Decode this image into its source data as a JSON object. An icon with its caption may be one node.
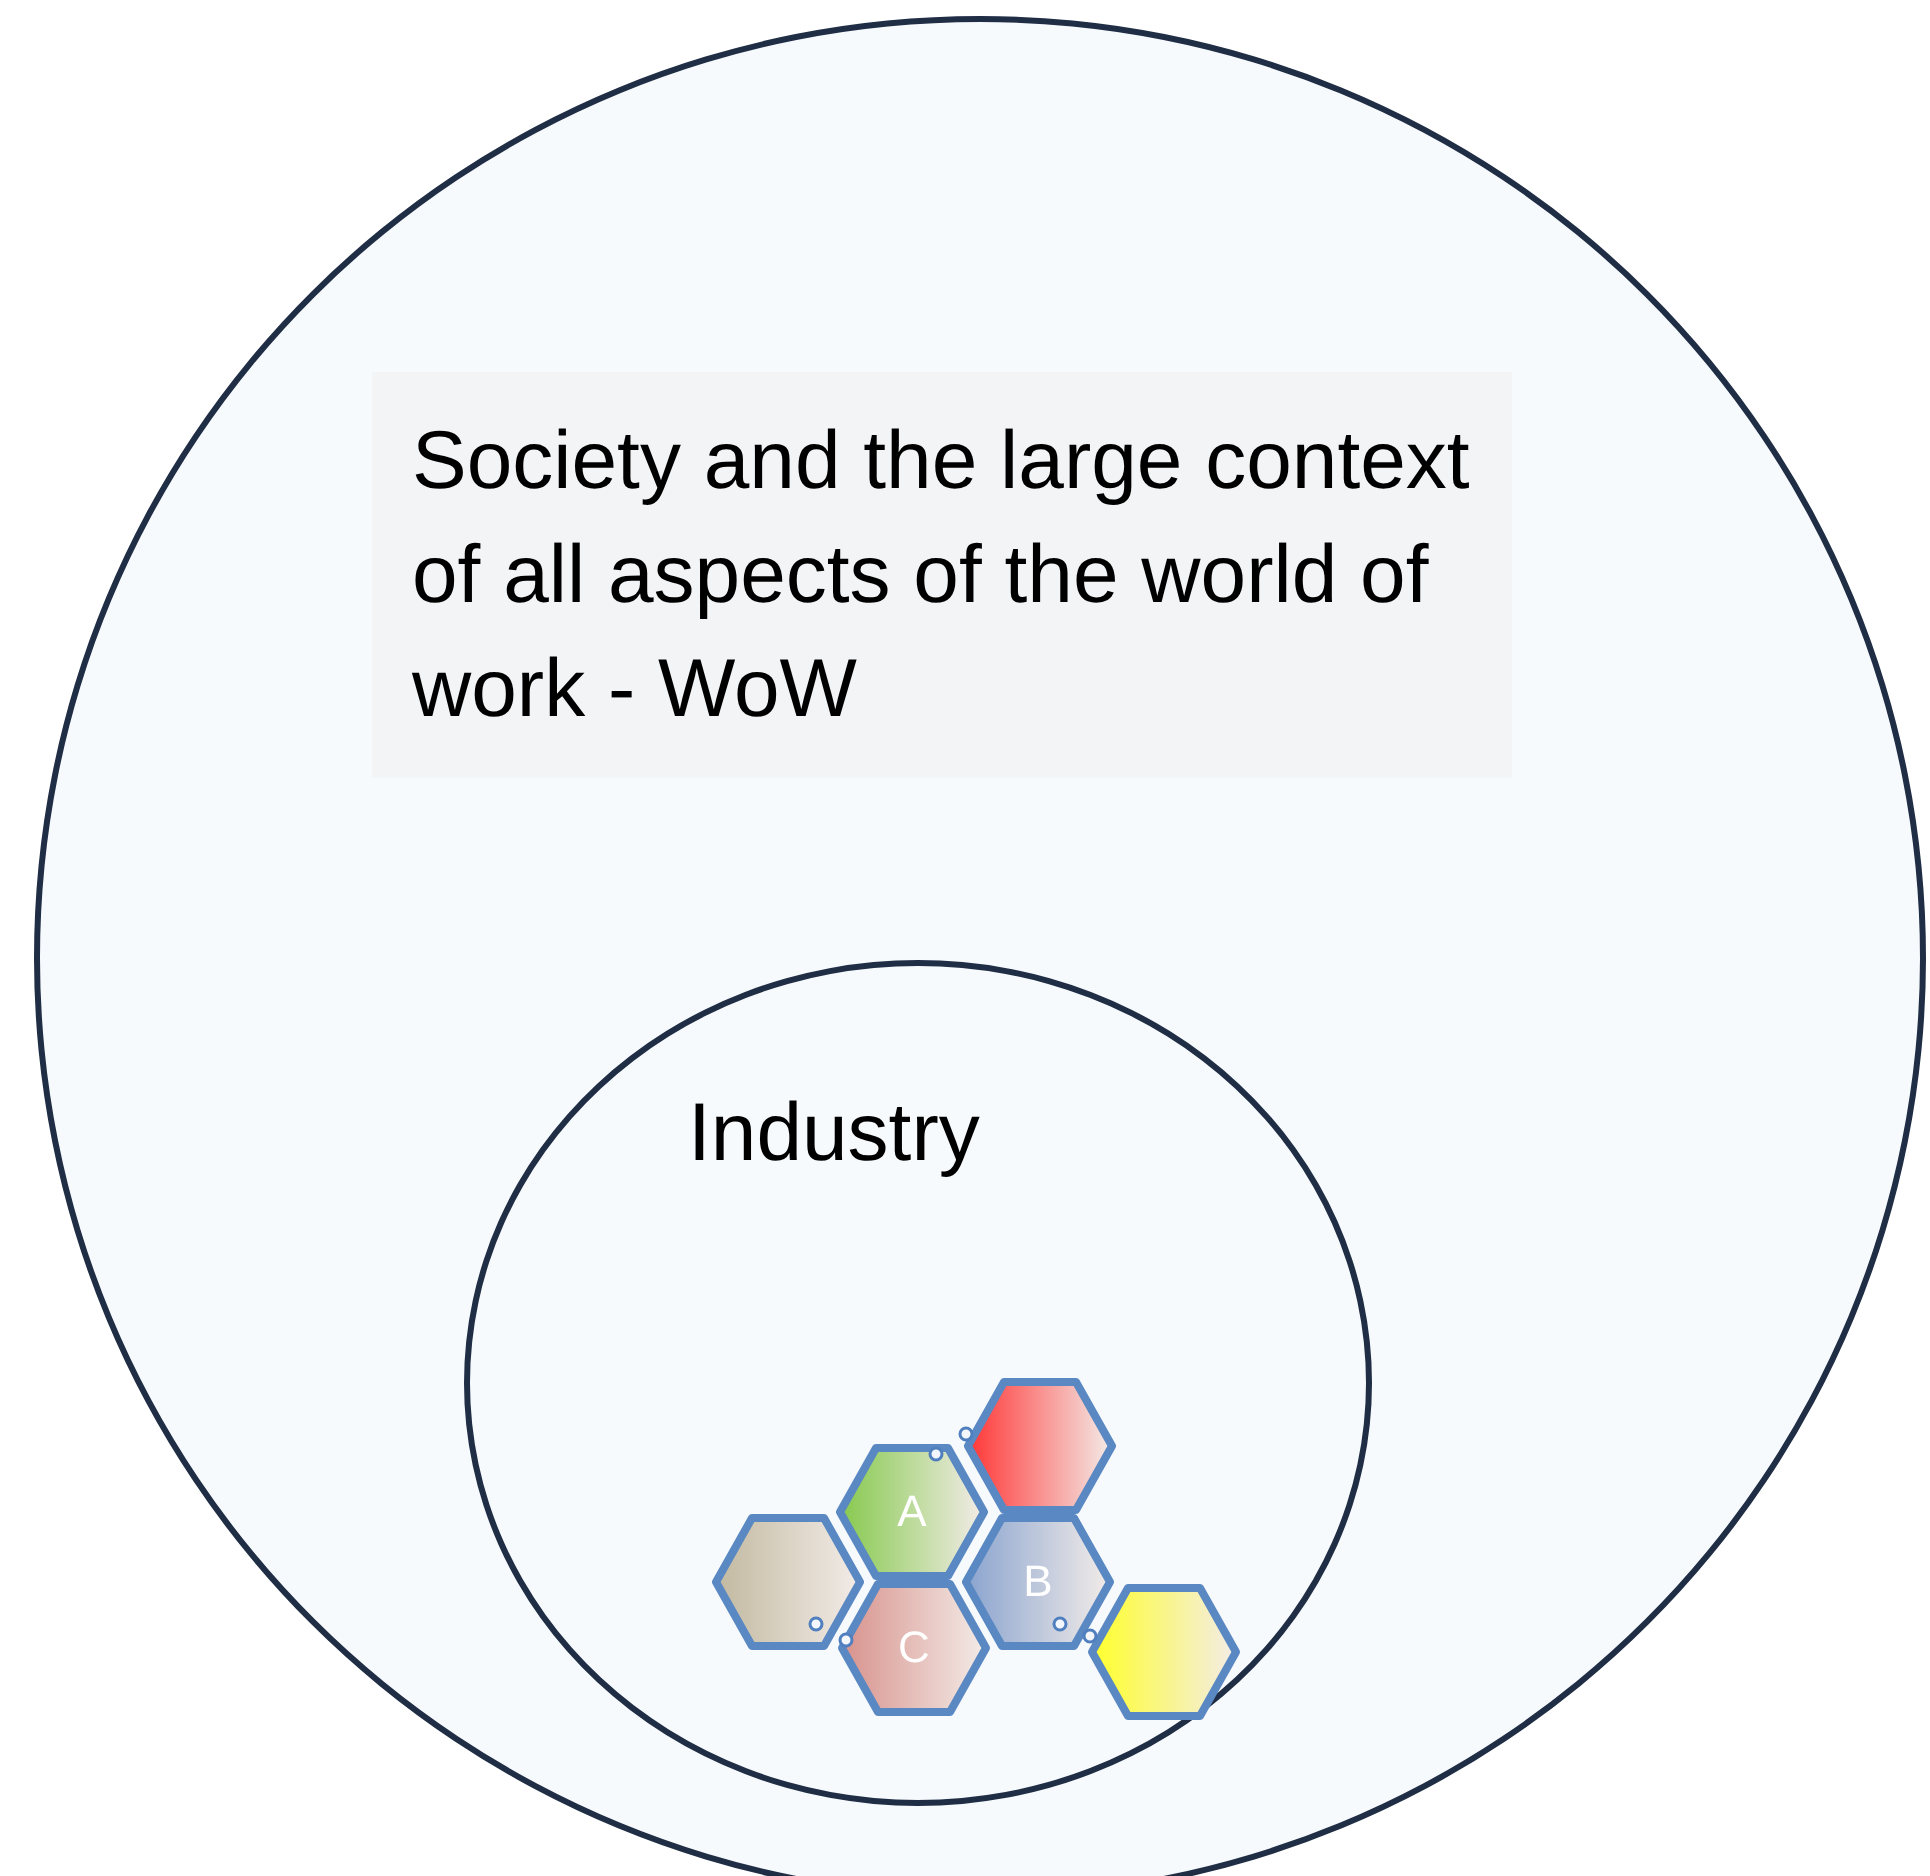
{
  "diagram": {
    "nodes": [
      {
        "text": [
          "Society and the large context of all aspects of the world of work - WoW"
        ]
      },
      {
        "text": [
          "Industry"
        ],
        "in": 0
      },
      {
        "text": [],
        "shape": "hexagon",
        "in": 1
      },
      {
        "text": [
          "A"
        ],
        "in": 1
      },
      {
        "text": [],
        "shape": "hexagon",
        "in": 1
      },
      {
        "text": [
          "B"
        ],
        "in": 1
      },
      {
        "text": [
          "C"
        ],
        "in": 1
      },
      {
        "text": [],
        "shape": "hexagon",
        "in": 1
      }
    ]
  }
}
